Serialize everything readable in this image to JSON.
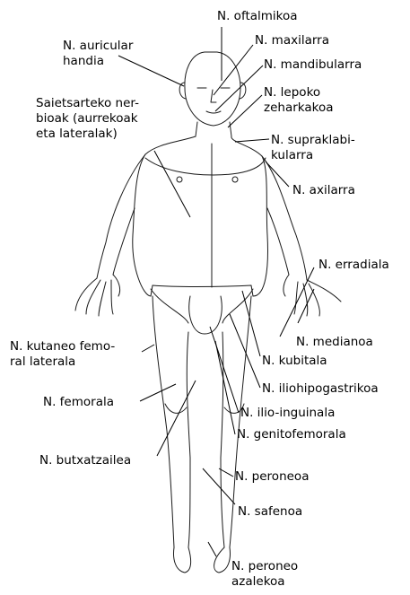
{
  "labels": {
    "oftalmikoa": "N. oftalmikoa",
    "auricular": "N. auricular\nhandia",
    "maxilarra": "N. maxilarra",
    "mandibularra": "N. mandibularra",
    "lepoko": "N. lepoko\nzeharkakoa",
    "saietsarteko": "Saietsarteko ner-\nbioak (aurrekoak\neta lateralak)",
    "supraklabikularra": "N. supraklabi-\nkularra",
    "axilarra": "N. axilarra",
    "erradiala": "N. erradiala",
    "medianoa": "N. medianoa",
    "kutaneo": "N. kutaneo femo-\nral laterala",
    "kubitala": "N. kubitala",
    "femorala": "N. femorala",
    "iliohipogastrikoa": "N. iliohipogastrikoa",
    "ilioinguinala": "N. ilio-inguinala",
    "genitofemorala": "N. genitofemorala",
    "butxatzailea": "N. butxatzailea",
    "peroneoa": "N. peroneoa",
    "safenoa": "N. safenoa",
    "peroneo_azalekoa": "N. peroneo\nazalekoa"
  }
}
